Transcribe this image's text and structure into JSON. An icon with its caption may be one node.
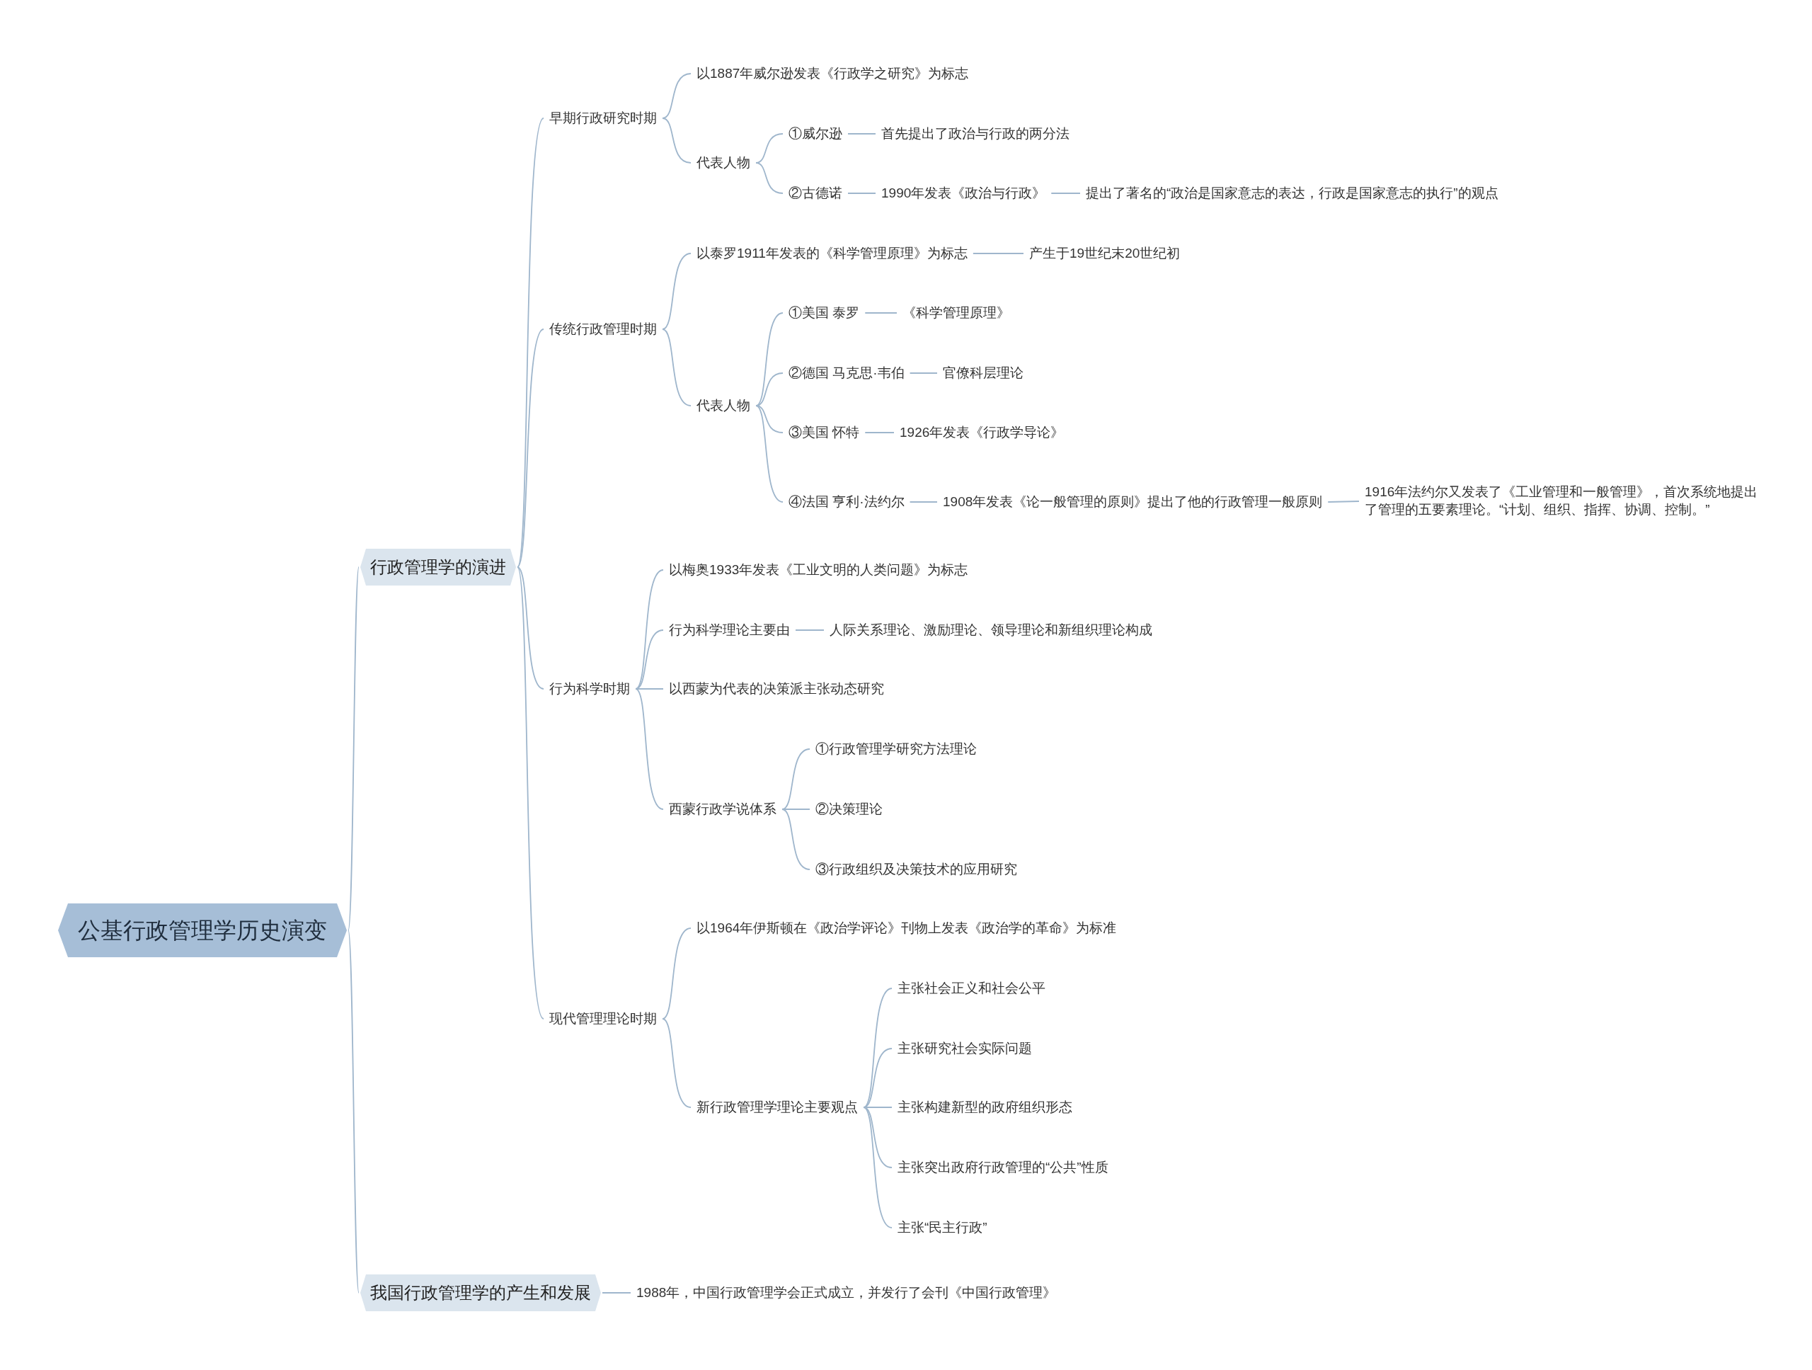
{
  "diagram": {
    "nodes": [
      {
        "text": [
          "公基行政管理学历史演变"
        ]
      },
      {
        "text": [
          "行政管理学的演进"
        ]
      },
      {
        "text": [
          "早期行政研究时期"
        ]
      },
      {
        "text": [
          "以1887年威尔逊发表《行政学之研究》为标志"
        ]
      },
      {
        "text": [
          "代表人物"
        ]
      },
      {
        "text": [
          "①威尔逊"
        ]
      },
      {
        "text": [
          "首先提出了政治与行政的两分法"
        ]
      },
      {
        "text": [
          "②古德诺"
        ]
      },
      {
        "text": [
          "1990年发表《政治与行政》"
        ]
      },
      {
        "text": [
          "提出了著名的“政治是国家意志的表达，行政是国家意志的执行”的观点"
        ]
      },
      {
        "text": [
          "传统行政管理时期"
        ]
      },
      {
        "text": [
          "以泰罗1911年发表的《科学管理原理》为标志"
        ]
      },
      {
        "text": [
          "产生于19世纪末20世纪初"
        ]
      },
      {
        "text": [
          "代表人物"
        ]
      },
      {
        "text": [
          "①美国 泰罗"
        ]
      },
      {
        "text": [
          "《科学管理原理》"
        ]
      },
      {
        "text": [
          "②德国 马克思·韦伯"
        ]
      },
      {
        "text": [
          "官僚科层理论"
        ]
      },
      {
        "text": [
          "③美国 怀特"
        ]
      },
      {
        "text": [
          "1926年发表《行政学导论》"
        ]
      },
      {
        "text": [
          "④法国 亨利·法约尔"
        ]
      },
      {
        "text": [
          "1908年发表《论一般管理的原则》提出了他的行政管理一般原则"
        ]
      },
      {
        "text": [
          "1916年法约尔又发表了《工业管理和一般管理》，首次系统地提出了管理的五要素理论。“计划、组织、指挥、协调、控制。”"
        ]
      },
      {
        "text": [
          "行为科学时期"
        ]
      },
      {
        "text": [
          "以梅奥1933年发表《工业文明的人类问题》为标志"
        ]
      },
      {
        "text": [
          "行为科学理论主要由"
        ]
      },
      {
        "text": [
          "人际关系理论、激励理论、领导理论和新组织理论构成"
        ]
      },
      {
        "text": [
          "以西蒙为代表的决策派主张动态研究"
        ]
      },
      {
        "text": [
          "西蒙行政学说体系"
        ]
      },
      {
        "text": [
          "①行政管理学研究方法理论"
        ]
      },
      {
        "text": [
          "②决策理论"
        ]
      },
      {
        "text": [
          "③行政组织及决策技术的应用研究"
        ]
      },
      {
        "text": [
          "现代管理理论时期"
        ]
      },
      {
        "text": [
          "以1964年伊斯顿在《政治学评论》刊物上发表《政治学的革命》为标准"
        ]
      },
      {
        "text": [
          "新行政管理学理论主要观点"
        ]
      },
      {
        "text": [
          "主张社会正义和社会公平"
        ]
      },
      {
        "text": [
          "主张研究社会实际问题"
        ]
      },
      {
        "text": [
          "主张构建新型的政府组织形态"
        ]
      },
      {
        "text": [
          "主张突出政府行政管理的“公共”性质"
        ]
      },
      {
        "text": [
          "主张“民主行政”"
        ]
      },
      {
        "text": [
          "我国行政管理学的产生和发展"
        ]
      },
      {
        "text": [
          "1988年，中国行政管理学会正式成立，并发行了会刊《中国行政管理》"
        ]
      }
    ],
    "edges": [
      {
        "from": 0,
        "to": 1,
        "arrow": "none"
      },
      {
        "from": 1,
        "to": 2,
        "arrow": "none"
      },
      {
        "from": 2,
        "to": 3,
        "arrow": "none"
      },
      {
        "from": 2,
        "to": 4,
        "arrow": "none"
      },
      {
        "from": 4,
        "to": 5,
        "arrow": "none"
      },
      {
        "from": 5,
        "to": 6,
        "arrow": "none"
      },
      {
        "from": 4,
        "to": 7,
        "arrow": "none"
      },
      {
        "from": 7,
        "to": 8,
        "arrow": "none"
      },
      {
        "from": 8,
        "to": 9,
        "arrow": "none"
      },
      {
        "from": 1,
        "to": 10,
        "arrow": "none"
      },
      {
        "from": 10,
        "to": 11,
        "arrow": "none"
      },
      {
        "from": 11,
        "to": 12,
        "arrow": "none"
      },
      {
        "from": 10,
        "to": 13,
        "arrow": "none"
      },
      {
        "from": 13,
        "to": 14,
        "arrow": "none"
      },
      {
        "from": 14,
        "to": 15,
        "arrow": "none"
      },
      {
        "from": 13,
        "to": 16,
        "arrow": "none"
      },
      {
        "from": 16,
        "to": 17,
        "arrow": "none"
      },
      {
        "from": 13,
        "to": 18,
        "arrow": "none"
      },
      {
        "from": 18,
        "to": 19,
        "arrow": "none"
      },
      {
        "from": 13,
        "to": 20,
        "arrow": "none"
      },
      {
        "from": 20,
        "to": 21,
        "arrow": "none"
      },
      {
        "from": 21,
        "to": 22,
        "arrow": "none"
      },
      {
        "from": 1,
        "to": 23,
        "arrow": "none"
      },
      {
        "from": 23,
        "to": 24,
        "arrow": "none"
      },
      {
        "from": 23,
        "to": 25,
        "arrow": "none"
      },
      {
        "from": 25,
        "to": 26,
        "arrow": "none"
      },
      {
        "from": 23,
        "to": 27,
        "arrow": "none"
      },
      {
        "from": 23,
        "to": 28,
        "arrow": "none"
      },
      {
        "from": 28,
        "to": 29,
        "arrow": "none"
      },
      {
        "from": 28,
        "to": 30,
        "arrow": "none"
      },
      {
        "from": 28,
        "to": 31,
        "arrow": "none"
      },
      {
        "from": 1,
        "to": 32,
        "arrow": "none"
      },
      {
        "from": 32,
        "to": 33,
        "arrow": "none"
      },
      {
        "from": 32,
        "to": 34,
        "arrow": "none"
      },
      {
        "from": 34,
        "to": 35,
        "arrow": "none"
      },
      {
        "from": 34,
        "to": 36,
        "arrow": "none"
      },
      {
        "from": 34,
        "to": 37,
        "arrow": "none"
      },
      {
        "from": 34,
        "to": 38,
        "arrow": "none"
      },
      {
        "from": 34,
        "to": 39,
        "arrow": "none"
      },
      {
        "from": 0,
        "to": 40,
        "arrow": "none"
      },
      {
        "from": 40,
        "to": 41,
        "arrow": "none"
      }
    ]
  }
}
